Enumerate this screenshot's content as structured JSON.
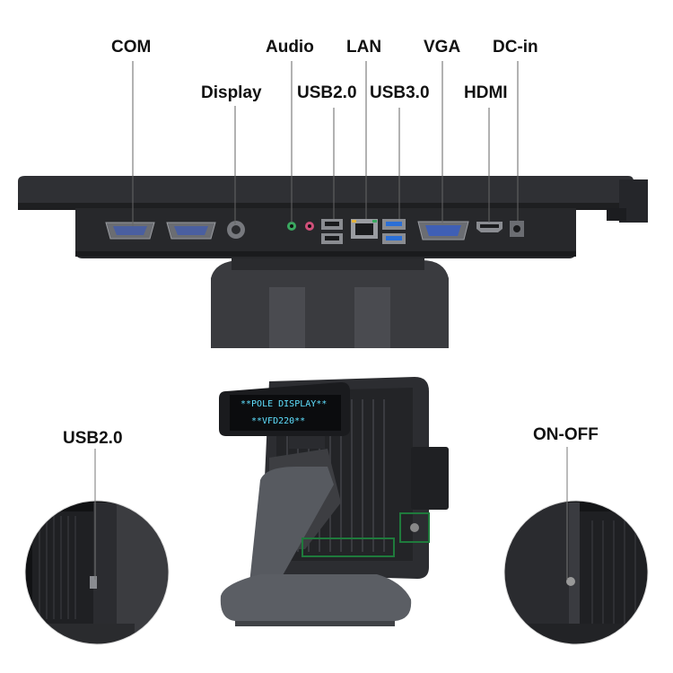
{
  "top_labels": {
    "com": "COM",
    "display": "Display",
    "audio": "Audio",
    "usb2": "USB2.0",
    "lan": "LAN",
    "usb3": "USB3.0",
    "vga": "VGA",
    "hdmi": "HDMI",
    "dcin": "DC-in"
  },
  "bottom_labels": {
    "usb2_side": "USB2.0",
    "on_off": "ON-OFF"
  },
  "pole_display": {
    "line1": "**POLE DISPLAY**",
    "line2": "**VFD220**"
  },
  "colors": {
    "device_body": "#2b2c2f",
    "device_dark": "#1b1c1e",
    "highlight_box": "#1f7a3c",
    "vga_port": "#3f5fb5",
    "usb3_port": "#2b6fd6",
    "audio_green": "#3aa860",
    "audio_pink": "#d0507a"
  }
}
